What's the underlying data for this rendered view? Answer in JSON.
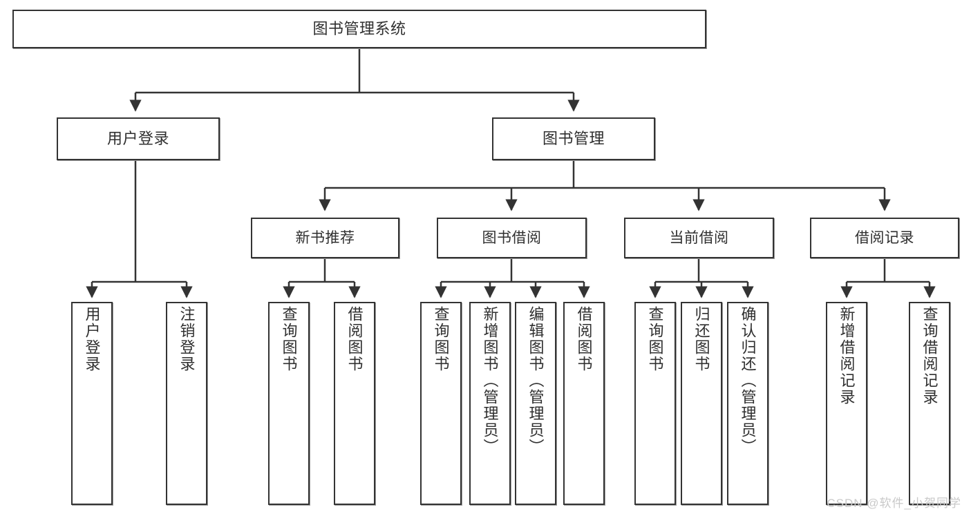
{
  "diagram": {
    "type": "hierarchy-tree",
    "title": "图书管理系统",
    "watermark": "CSDN @软件_小贺同学",
    "colors": {
      "background": "#ffffff",
      "box_border": "#333333",
      "box_fill": "#ffffff",
      "edge": "#333333",
      "text": "#2f2f2f",
      "watermark": "#c9c9c9"
    },
    "nodes": {
      "root": {
        "label": "图书管理系统"
      },
      "level1": [
        {
          "id": "user-login",
          "label": "用户登录"
        },
        {
          "id": "book-manage",
          "label": "图书管理"
        }
      ],
      "level2": [
        {
          "id": "new-book-recommend",
          "label": "新书推荐"
        },
        {
          "id": "book-borrow",
          "label": "图书借阅"
        },
        {
          "id": "current-borrow",
          "label": "当前借阅"
        },
        {
          "id": "borrow-record",
          "label": "借阅记录"
        }
      ],
      "leaves": {
        "user-login": [
          {
            "id": "leaf-user-login",
            "label": "用户登录"
          },
          {
            "id": "leaf-logout-login",
            "label": "注销登录"
          }
        ],
        "new-book-recommend": [
          {
            "id": "leaf-query-book-1",
            "label": "查询图书"
          },
          {
            "id": "leaf-borrow-book-1",
            "label": "借阅图书"
          }
        ],
        "book-borrow": [
          {
            "id": "leaf-query-book-2",
            "label": "查询图书"
          },
          {
            "id": "leaf-add-book",
            "label": "新增图书（管理员）"
          },
          {
            "id": "leaf-edit-book",
            "label": "编辑图书（管理员）"
          },
          {
            "id": "leaf-borrow-book-2",
            "label": "借阅图书"
          }
        ],
        "current-borrow": [
          {
            "id": "leaf-query-book-3",
            "label": "查询图书"
          },
          {
            "id": "leaf-return-book",
            "label": "归还图书"
          },
          {
            "id": "leaf-confirm-return",
            "label": "确认归还（管理员）"
          }
        ],
        "borrow-record": [
          {
            "id": "leaf-add-record",
            "label": "新增借阅记录"
          },
          {
            "id": "leaf-query-record",
            "label": "查询借阅记录"
          }
        ]
      }
    }
  }
}
